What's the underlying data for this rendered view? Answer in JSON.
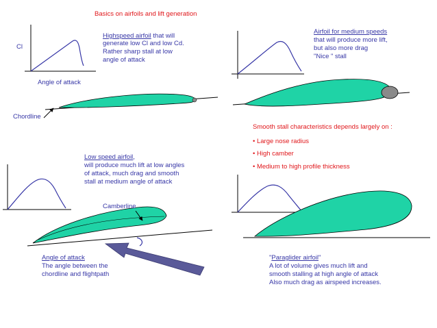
{
  "title": "Basics on airfoils and lift generation",
  "colors": {
    "airfoil_fill": "#1fd3a6",
    "title_red": "#e0161a",
    "text_blue": "#3636a6",
    "arrow_blue": "#5a5a99",
    "nose_grey": "#8a8a8a"
  },
  "highspeed": {
    "name": "Highspeed airfoil",
    "line1_rest": " that will",
    "line2": "generate low Cl and low Cd.",
    "line3": "Rather sharp stall at low",
    "line4": "angle of attack"
  },
  "graph_labels": {
    "cl": "Cl",
    "angle_of_attack": "Angle of attack",
    "chordline": "Chordline"
  },
  "medium": {
    "name": "Airfoil for medium speeds",
    "line2": "that will produce more lift,",
    "line3": "but also more drag",
    "line4": "\"Nice \" stall"
  },
  "smooth_stall": {
    "heading": "Smooth stall characteristics depends largely on :",
    "bullets": [
      "Large nose radius",
      "High camber",
      "Medium to high profile thickness"
    ]
  },
  "lowspeed": {
    "name": "Low speed airfoil",
    "line1_rest": ",",
    "line2": "will produce much lift at low angles",
    "line3": "of attack, much drag and smooth",
    "line4": "stall at medium angle of attack",
    "camberline": "Camberline"
  },
  "aoa_note": {
    "title": "Angle of attack",
    "line2": "The angle between the",
    "line3": "chordline and flightpath"
  },
  "paraglider": {
    "quote_open": "\"",
    "name": "Paraglider airfoil",
    "quote_close": "\"",
    "line2": "A lot of volume gives much lift and",
    "line3": "smooth stalling at high angle of attack",
    "line4": "Also much drag as airspeed increases."
  }
}
